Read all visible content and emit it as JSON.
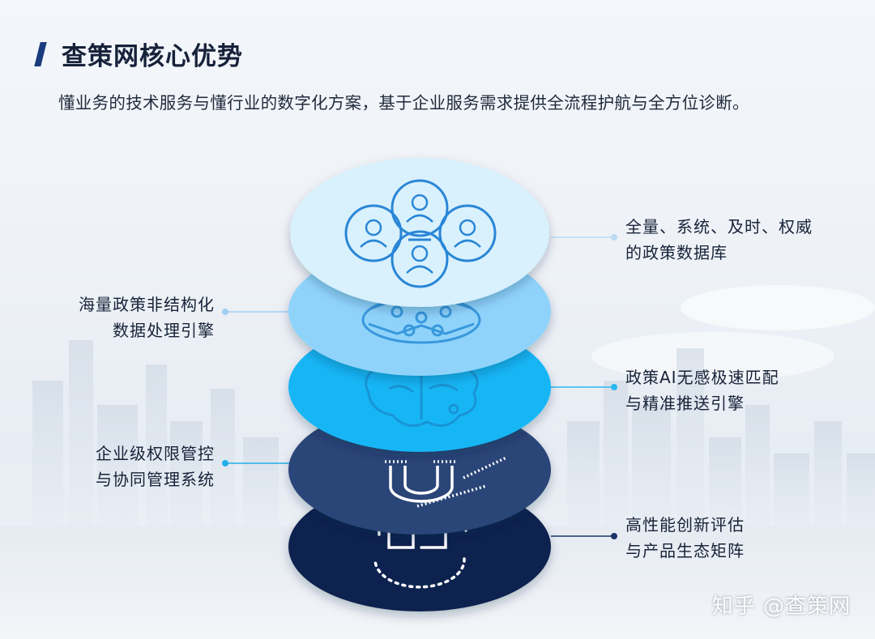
{
  "header": {
    "title": "查策网核心优势",
    "subtitle": "懂业务的技术服务与懂行业的数字化方案，基于企业服务需求提供全流程护航与全方位诊断。"
  },
  "layers": [
    {
      "id": "layer-1",
      "color": "#d9f1fd",
      "icon": "people-network-icon",
      "label_side": "right",
      "lines": [
        "全量、系统、及时、权威",
        "的政策数据库"
      ]
    },
    {
      "id": "layer-2",
      "color": "#8fd3fb",
      "icon": "globe-network-icon",
      "label_side": "left",
      "lines": [
        "海量政策非结构化",
        "数据处理引擎"
      ]
    },
    {
      "id": "layer-3",
      "color": "#17b6f5",
      "icon": "brain-icon",
      "label_side": "right",
      "lines": [
        "政策AI无感极速匹配",
        "与精准推送引擎"
      ]
    },
    {
      "id": "layer-4",
      "color": "#2a4478",
      "icon": "magnet-icon",
      "label_side": "left",
      "lines": [
        "企业级权限管控",
        "与协同管理系统"
      ]
    },
    {
      "id": "layer-5",
      "color": "#0f2350",
      "icon": "cycle-icon",
      "label_side": "right",
      "lines": [
        "高性能创新评估",
        "与产品生态矩阵"
      ]
    }
  ],
  "watermark": "知乎 @查策网"
}
